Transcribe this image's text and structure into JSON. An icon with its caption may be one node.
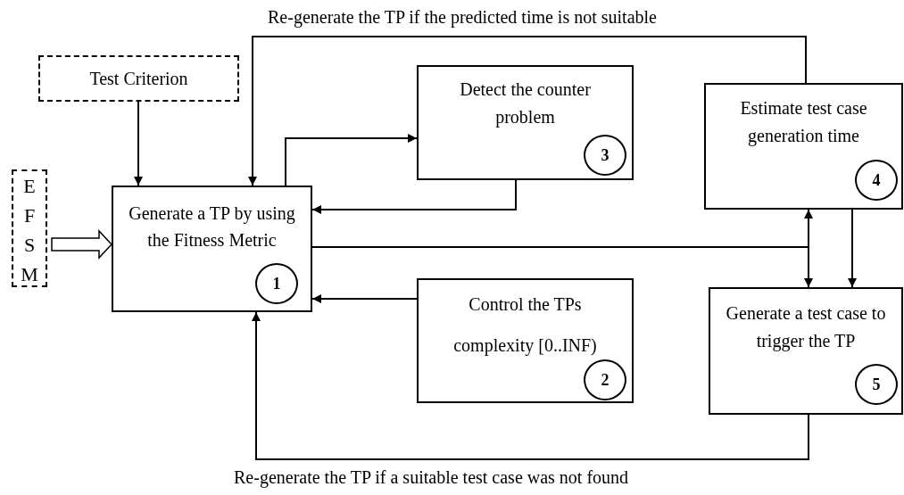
{
  "diagram": {
    "nodes": [
      {
        "text": [
          "Test Criterion"
        ]
      },
      {
        "text": [
          "EFSM"
        ]
      },
      {
        "text": [
          "Generate a TP by using the Fitness Metric"
        ]
      },
      {
        "text": [
          "1"
        ],
        "in": 2
      },
      {
        "text": [
          "Detect the counter problem"
        ]
      },
      {
        "text": [
          "3"
        ],
        "in": 4
      },
      {
        "text": [
          "Estimate test case generation time"
        ]
      },
      {
        "text": [
          "4"
        ],
        "in": 6
      },
      {
        "text": [
          "Control the TPs complexity [0..INF)"
        ]
      },
      {
        "text": [
          "2"
        ],
        "in": 8
      },
      {
        "text": [
          "Generate a test case to trigger the TP"
        ]
      },
      {
        "text": [
          "5"
        ],
        "in": 10
      }
    ],
    "edges": [
      {
        "from": 0,
        "to": 2,
        "arrow": "to"
      },
      {
        "from": 1,
        "to": 2,
        "arrow": "to",
        "style": "thick"
      },
      {
        "from": 2,
        "to": 4,
        "arrow": "to"
      },
      {
        "from": 4,
        "to": 2,
        "arrow": "to"
      },
      {
        "from": 8,
        "to": 2,
        "arrow": "to"
      },
      {
        "from": 2,
        "to": 6,
        "arrow": "to"
      },
      {
        "from": 2,
        "to": 10,
        "arrow": "to"
      },
      {
        "from": 6,
        "to": 10,
        "arrow": "to"
      },
      {
        "from": 6,
        "to": 2,
        "arrow": "to",
        "label": "Re-generate the TP if the predicted time is not suitable"
      },
      {
        "from": 10,
        "to": 2,
        "arrow": "to",
        "label": "Re-generate the TP if a suitable test case was not found"
      }
    ]
  }
}
